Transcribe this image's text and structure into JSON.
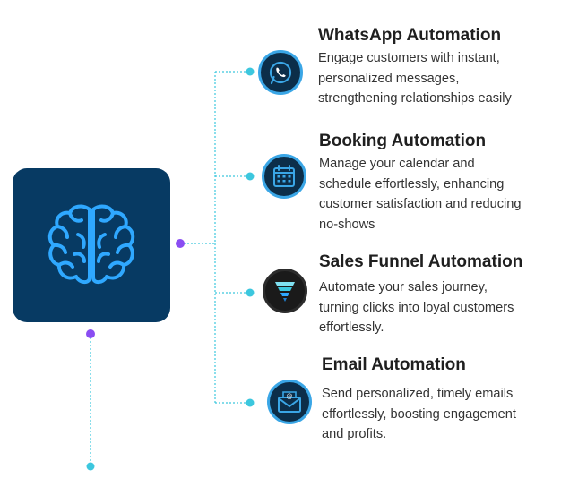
{
  "colors": {
    "connector": "#3cc7de",
    "node_purple": "#8a4df2",
    "brain_bg": "#073a63",
    "brain_glow": "#2fa8ff",
    "icon_ring": "#3aa6e6",
    "icon_bg": "#0c2e49"
  },
  "features": [
    {
      "id": "whatsapp",
      "icon": "whatsapp-icon",
      "title": "WhatsApp Automation",
      "desc": [
        "Engage customers with instant,",
        "personalized messages,",
        "strengthening relationships easily"
      ]
    },
    {
      "id": "booking",
      "icon": "calendar-icon",
      "title": "Booking Automation",
      "desc": [
        "Manage your calendar and",
        "schedule effortlessly, enhancing",
        "customer satisfaction and reducing",
        "no-shows"
      ]
    },
    {
      "id": "sales-funnel",
      "icon": "funnel-icon",
      "title": "Sales Funnel Automation",
      "desc": [
        "Automate your sales journey,",
        "turning clicks into loyal customers",
        "effortlessly."
      ]
    },
    {
      "id": "email",
      "icon": "email-icon",
      "title": "Email Automation",
      "desc": [
        "Send personalized, timely emails",
        "effortlessly, boosting engagement",
        "and profits."
      ]
    }
  ]
}
